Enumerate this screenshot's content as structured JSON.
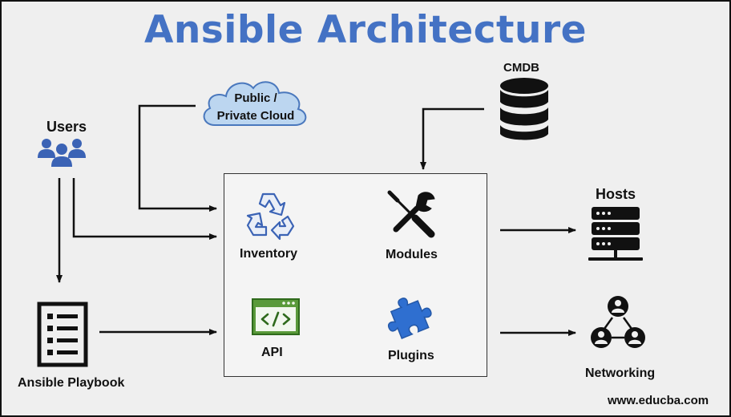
{
  "title": "Ansible Architecture",
  "nodes": {
    "users": "Users",
    "cloud": "Public /\nPrivate Cloud",
    "cmdb": "CMDB",
    "hosts": "Hosts",
    "networking": "Networking",
    "playbook": "Ansible Playbook",
    "inventory": "Inventory",
    "modules": "Modules",
    "api": "API",
    "plugins": "Plugins"
  },
  "watermark": "www.educba.com",
  "icons": {
    "users": "users-group-icon",
    "cloud": "cloud-icon",
    "cmdb": "database-icon",
    "hosts": "server-rack-icon",
    "networking": "network-people-icon",
    "playbook": "checklist-icon",
    "inventory": "recycle-icon",
    "modules": "wrench-screwdriver-icon",
    "api": "code-window-icon",
    "plugins": "puzzle-piece-icon"
  },
  "colors": {
    "title": "#4472c4",
    "accent_blue": "#3b63b5",
    "cloud_fill": "#bcd6f0",
    "api_green": "#5a9a3a",
    "ink": "#111111"
  }
}
